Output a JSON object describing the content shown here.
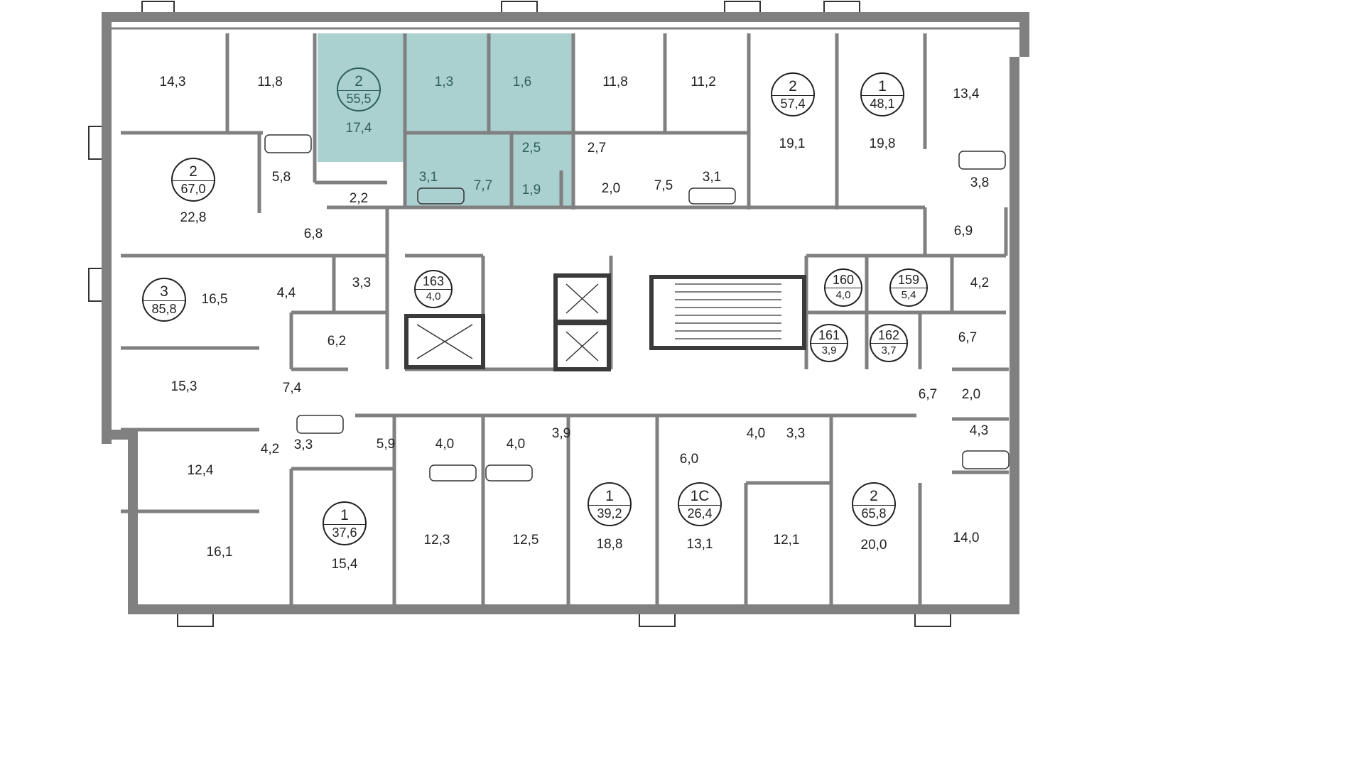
{
  "colors": {
    "wall": "#808080",
    "wall_dark": "#3a3a3a",
    "highlight": "#aad0cf",
    "text": "#222222"
  },
  "highlighted_apartment": {
    "rooms": 2,
    "area": "55,5"
  },
  "apartments": [
    {
      "rooms": "2",
      "area": "55,5",
      "highlighted": true
    },
    {
      "rooms": "2",
      "area": "67,0"
    },
    {
      "rooms": "3",
      "area": "85,8"
    },
    {
      "rooms": "2",
      "area": "57,4"
    },
    {
      "rooms": "1",
      "area": "48,1"
    },
    {
      "rooms": "163",
      "area": "4,0"
    },
    {
      "rooms": "160",
      "area": "4,0"
    },
    {
      "rooms": "159",
      "area": "5,4"
    },
    {
      "rooms": "161",
      "area": "3,9"
    },
    {
      "rooms": "162",
      "area": "3,7"
    },
    {
      "rooms": "1",
      "area": "37,6"
    },
    {
      "rooms": "1",
      "area": "39,2"
    },
    {
      "rooms": "1С",
      "area": "26,4"
    },
    {
      "rooms": "2",
      "area": "65,8"
    }
  ],
  "rooms": [
    "14,3",
    "11,8",
    "17,4",
    "1,3",
    "1,6",
    "11,8",
    "11,2",
    "13,4",
    "19,1",
    "19,8",
    "2,5",
    "2,7",
    "5,8",
    "3,1",
    "7,7",
    "1,9",
    "2,0",
    "7,5",
    "3,1",
    "3,8",
    "22,8",
    "2,2",
    "6,8",
    "6,9",
    "16,5",
    "4,4",
    "3,3",
    "4,2",
    "6,2",
    "6,7",
    "15,3",
    "7,4",
    "6,7",
    "2,0",
    "5,9",
    "4,0",
    "4,0",
    "3,9",
    "6,0",
    "4,0",
    "3,3",
    "4,3",
    "12,4",
    "4,2",
    "3,3",
    "12,3",
    "12,5",
    "18,8",
    "13,1",
    "12,1",
    "20,0",
    "14,0",
    "16,1",
    "15,4"
  ]
}
